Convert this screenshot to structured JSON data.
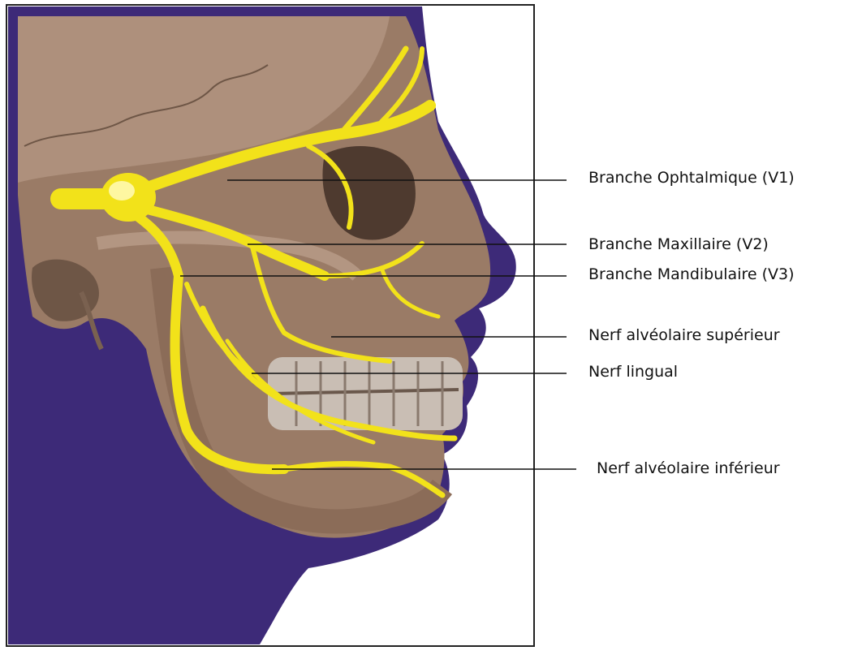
{
  "colors": {
    "background_purple": "#3d2a78",
    "bone": "#9a7b66",
    "nerve_yellow": "#f2e21a",
    "frame": "#222222",
    "leader_line": "#111111"
  },
  "labels": {
    "v1": "Branche Ophtalmique (V1)",
    "v2": "Branche Maxillaire (V2)",
    "v3": "Branche Mandibulaire (V3)",
    "superior_alveolar": "Nerf alvéolaire supérieur",
    "lingual": "Nerf lingual",
    "inferior_alveolar": "Nerf alvéolaire inférieur"
  }
}
